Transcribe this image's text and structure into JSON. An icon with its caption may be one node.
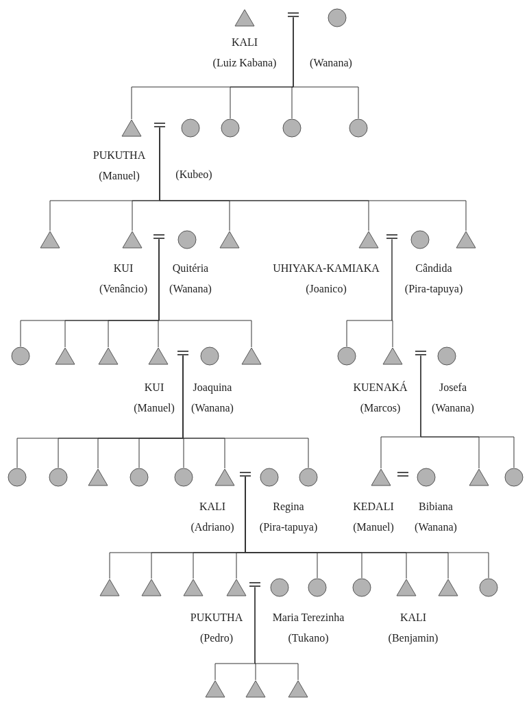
{
  "diagram": {
    "nodes": [
      {
        "text": [],
        "shape": "triangle",
        "beside": [
          "KALI",
          "(Luiz Kabana)"
        ]
      },
      {
        "text": [],
        "shape": "equals"
      },
      {
        "text": [],
        "shape": "circle",
        "beside": [
          "(Wanana)"
        ]
      },
      {
        "text": [],
        "shape": "triangle",
        "beside": [
          "PUKUTHA",
          "(Manuel)"
        ]
      },
      {
        "text": [],
        "shape": "equals"
      },
      {
        "text": [],
        "shape": "circle",
        "beside": [
          "(Kubeo)"
        ]
      },
      {
        "text": [],
        "shape": "circle"
      },
      {
        "text": [],
        "shape": "circle"
      },
      {
        "text": [],
        "shape": "circle"
      },
      {
        "text": [],
        "shape": "triangle"
      },
      {
        "text": [],
        "shape": "triangle",
        "beside": [
          "KUI",
          "(Venâncio)"
        ]
      },
      {
        "text": [],
        "shape": "equals"
      },
      {
        "text": [],
        "shape": "circle",
        "beside": [
          "Quitéria",
          "(Wanana)"
        ]
      },
      {
        "text": [],
        "shape": "triangle"
      },
      {
        "text": [],
        "shape": "triangle",
        "beside": [
          "UHIYAKA-KAMIAKA",
          "(Joanico)"
        ]
      },
      {
        "text": [],
        "shape": "equals"
      },
      {
        "text": [],
        "shape": "circle",
        "beside": [
          "Cândida",
          "(Pira-tapuya)"
        ]
      },
      {
        "text": [],
        "shape": "triangle"
      },
      {
        "text": [],
        "shape": "circle"
      },
      {
        "text": [],
        "shape": "triangle"
      },
      {
        "text": [],
        "shape": "triangle"
      },
      {
        "text": [],
        "shape": "triangle",
        "beside": [
          "KUI",
          "(Manuel)"
        ]
      },
      {
        "text": [],
        "shape": "equals"
      },
      {
        "text": [],
        "shape": "circle",
        "beside": [
          "Joaquina",
          "(Wanana)"
        ]
      },
      {
        "text": [],
        "shape": "triangle"
      },
      {
        "text": [],
        "shape": "circle"
      },
      {
        "text": [],
        "shape": "triangle",
        "beside": [
          "KUENAKÁ",
          "(Marcos)"
        ]
      },
      {
        "text": [],
        "shape": "equals"
      },
      {
        "text": [],
        "shape": "circle",
        "beside": [
          "Josefa",
          "(Wanana)"
        ]
      },
      {
        "text": [],
        "shape": "circle"
      },
      {
        "text": [],
        "shape": "circle"
      },
      {
        "text": [],
        "shape": "triangle"
      },
      {
        "text": [],
        "shape": "circle"
      },
      {
        "text": [],
        "shape": "circle"
      },
      {
        "text": [],
        "shape": "triangle",
        "beside": [
          "KALI",
          "(Adriano)"
        ]
      },
      {
        "text": [],
        "shape": "equals"
      },
      {
        "text": [],
        "shape": "circle",
        "beside": [
          "Regina",
          "(Pira-tapuya)"
        ]
      },
      {
        "text": [],
        "shape": "circle"
      },
      {
        "text": [],
        "shape": "triangle",
        "beside": [
          "KEDALI",
          "(Manuel)"
        ]
      },
      {
        "text": [],
        "shape": "equals"
      },
      {
        "text": [],
        "shape": "circle",
        "beside": [
          "Bibiana",
          "(Wanana)"
        ]
      },
      {
        "text": [],
        "shape": "triangle"
      },
      {
        "text": [],
        "shape": "circle"
      },
      {
        "text": [],
        "shape": "triangle"
      },
      {
        "text": [],
        "shape": "triangle"
      },
      {
        "text": [],
        "shape": "triangle"
      },
      {
        "text": [],
        "shape": "triangle",
        "beside": [
          "PUKUTHA",
          "(Pedro)"
        ]
      },
      {
        "text": [],
        "shape": "equals"
      },
      {
        "text": [],
        "shape": "circle",
        "beside": [
          "Maria Terezinha",
          "(Tukano)"
        ]
      },
      {
        "text": [],
        "shape": "circle"
      },
      {
        "text": [],
        "shape": "circle"
      },
      {
        "text": [],
        "shape": "triangle",
        "beside": [
          "KALI",
          "(Benjamin)"
        ]
      },
      {
        "text": [],
        "shape": "triangle"
      },
      {
        "text": [],
        "shape": "circle"
      },
      {
        "text": [],
        "shape": "triangle"
      },
      {
        "text": [],
        "shape": "triangle"
      },
      {
        "text": [],
        "shape": "triangle"
      }
    ],
    "edges": [
      {
        "from": 1,
        "to": 3,
        "arrow": "none"
      },
      {
        "from": 1,
        "to": 6,
        "arrow": "none"
      },
      {
        "from": 1,
        "to": 7,
        "arrow": "none"
      },
      {
        "from": 1,
        "to": 8,
        "arrow": "none"
      },
      {
        "from": 4,
        "to": 9,
        "arrow": "none"
      },
      {
        "from": 4,
        "to": 10,
        "arrow": "none"
      },
      {
        "from": 4,
        "to": 13,
        "arrow": "none"
      },
      {
        "from": 4,
        "to": 14,
        "arrow": "none"
      },
      {
        "from": 4,
        "to": 17,
        "arrow": "none"
      },
      {
        "from": 11,
        "to": 18,
        "arrow": "none"
      },
      {
        "from": 11,
        "to": 19,
        "arrow": "none"
      },
      {
        "from": 11,
        "to": 20,
        "arrow": "none"
      },
      {
        "from": 11,
        "to": 21,
        "arrow": "none"
      },
      {
        "from": 11,
        "to": 24,
        "arrow": "none"
      },
      {
        "from": 15,
        "to": 25,
        "arrow": "none"
      },
      {
        "from": 15,
        "to": 26,
        "arrow": "none"
      },
      {
        "from": 22,
        "to": 29,
        "arrow": "none"
      },
      {
        "from": 22,
        "to": 30,
        "arrow": "none"
      },
      {
        "from": 22,
        "to": 31,
        "arrow": "none"
      },
      {
        "from": 22,
        "to": 32,
        "arrow": "none"
      },
      {
        "from": 22,
        "to": 33,
        "arrow": "none"
      },
      {
        "from": 22,
        "to": 34,
        "arrow": "none"
      },
      {
        "from": 22,
        "to": 37,
        "arrow": "none"
      },
      {
        "from": 27,
        "to": 38,
        "arrow": "none"
      },
      {
        "from": 27,
        "to": 41,
        "arrow": "none"
      },
      {
        "from": 27,
        "to": 42,
        "arrow": "none"
      },
      {
        "from": 35,
        "to": 43,
        "arrow": "none"
      },
      {
        "from": 35,
        "to": 44,
        "arrow": "none"
      },
      {
        "from": 35,
        "to": 45,
        "arrow": "none"
      },
      {
        "from": 35,
        "to": 46,
        "arrow": "none"
      },
      {
        "from": 35,
        "to": 49,
        "arrow": "none"
      },
      {
        "from": 35,
        "to": 50,
        "arrow": "none"
      },
      {
        "from": 35,
        "to": 51,
        "arrow": "none"
      },
      {
        "from": 35,
        "to": 52,
        "arrow": "none"
      },
      {
        "from": 35,
        "to": 53,
        "arrow": "none"
      },
      {
        "from": 47,
        "to": 54,
        "arrow": "none"
      },
      {
        "from": 47,
        "to": 55,
        "arrow": "none"
      },
      {
        "from": 47,
        "to": 56,
        "arrow": "none"
      }
    ]
  }
}
